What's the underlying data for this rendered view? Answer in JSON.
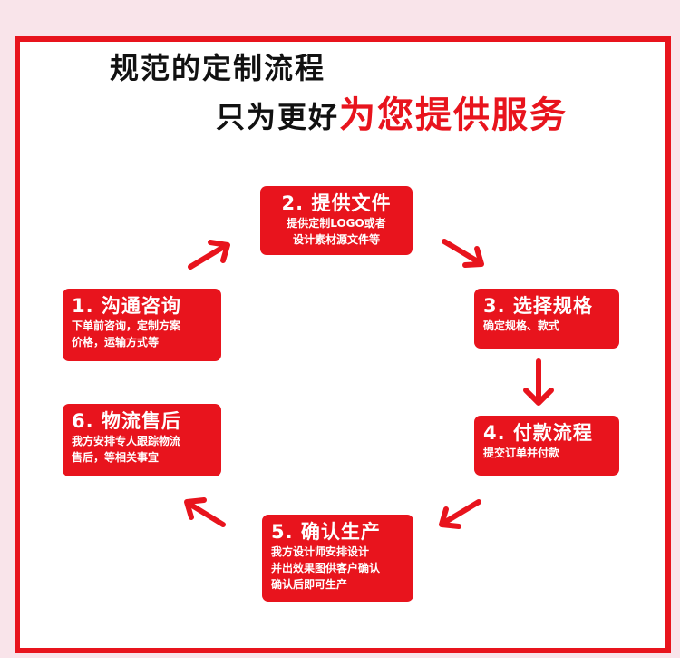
{
  "heading": {
    "line1": "规范的定制流程",
    "line2_black": "只为更好",
    "line2_red": "为您提供服务"
  },
  "steps": [
    {
      "title": "1. 沟通咨询",
      "desc": [
        "下单前咨询，定制方案",
        "价格，运输方式等"
      ]
    },
    {
      "title": "2. 提供文件",
      "desc": [
        "提供定制LOGO或者",
        "设计素材源文件等"
      ]
    },
    {
      "title": "3. 选择规格",
      "desc": [
        "确定规格、款式"
      ]
    },
    {
      "title": "4. 付款流程",
      "desc": [
        "提交订单并付款"
      ]
    },
    {
      "title": "5. 确认生产",
      "desc": [
        "我方设计师安排设计",
        "并出效果图供客户确认",
        "确认后即可生产"
      ]
    },
    {
      "title": "6. 物流售后",
      "desc": [
        "我方安排专人跟踪物流",
        "售后，等相关事宜"
      ]
    }
  ],
  "colors": {
    "accent": "#e8141d",
    "background": "#f9e4ea",
    "panel": "#ffffff"
  }
}
